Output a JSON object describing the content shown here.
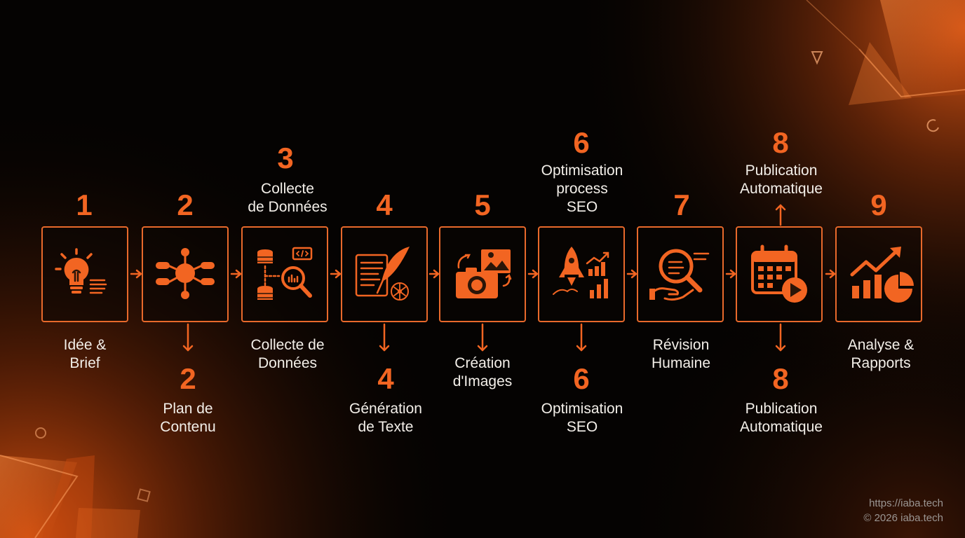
{
  "steps": [
    {
      "number": "1",
      "label_lines": [
        "Idée &",
        "Brief"
      ],
      "icon": "lightbulb-icon"
    },
    {
      "number": "2",
      "icon": "mindmap-icon",
      "below_number": "2",
      "below_lines": [
        "Plan de",
        "Contenu"
      ]
    },
    {
      "number": "3",
      "top_lines": [
        "Collecte",
        "de Données"
      ],
      "label_lines": [
        "Collecte de",
        "Données"
      ],
      "icon": "database-search-icon"
    },
    {
      "number": "4",
      "icon": "document-quill-icon",
      "below_number": "4",
      "below_lines": [
        "Génération",
        "de Texte"
      ]
    },
    {
      "number": "5",
      "label_lines": [
        "Création",
        "d'Images"
      ],
      "icon": "camera-image-icon"
    },
    {
      "number": "6",
      "top_lines": [
        "Optimisation",
        "process",
        "SEO"
      ],
      "icon": "rocket-growth-icon",
      "below_number": "6",
      "below_lines": [
        "Optimisation",
        "SEO"
      ]
    },
    {
      "number": "7",
      "label_lines": [
        "Révision",
        "Humaine"
      ],
      "icon": "magnifier-hand-icon"
    },
    {
      "number": "8",
      "top_lines": [
        "Publication",
        "Automatique"
      ],
      "icon": "calendar-play-icon",
      "below_number": "8",
      "below_lines": [
        "Publication",
        "Automatique"
      ]
    },
    {
      "number": "9",
      "label_lines": [
        "Analyse &",
        "Rapports"
      ],
      "icon": "analytics-chart-icon"
    }
  ],
  "footer": {
    "url": "https://iaba.tech",
    "copyright": "© 2026 iaba.tech"
  },
  "colors": {
    "accent": "#f26522",
    "border": "#e8692b",
    "text": "#f3efe9",
    "background": "#050302"
  }
}
